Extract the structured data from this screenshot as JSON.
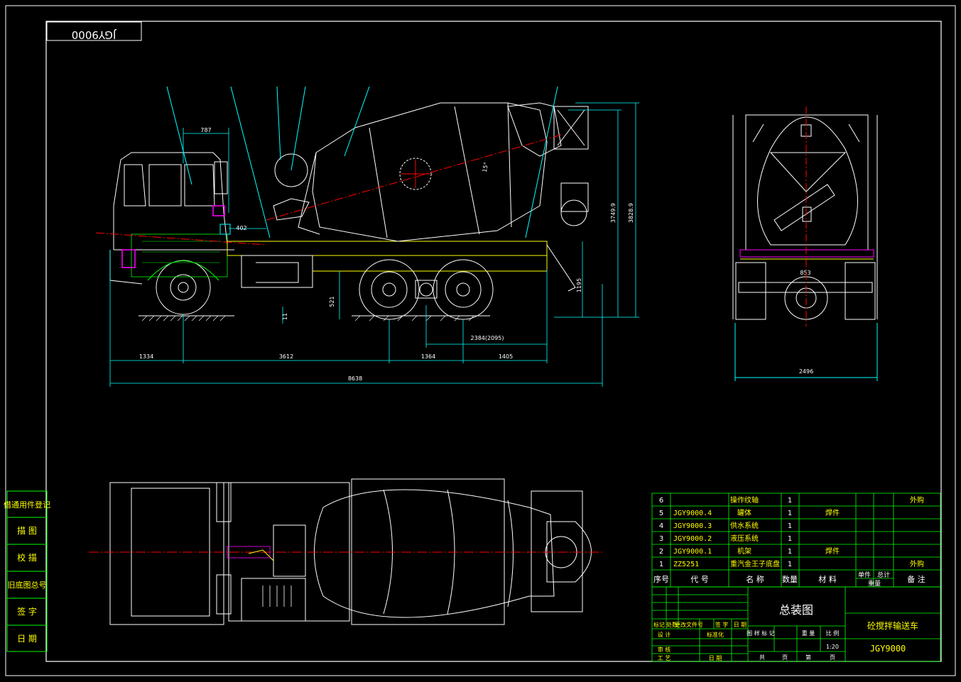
{
  "drawing_code_mirrored": "JGY9000",
  "dimensions": {
    "d787": "787",
    "d402": "402",
    "d11": "11",
    "d521": "521",
    "d1195": "1195",
    "d3749": "3749.9",
    "d3828": "3828.9",
    "d2384": "2384(2095)",
    "d1334": "1334",
    "d3612": "3612",
    "d1364": "1364",
    "d1405": "1405",
    "d8638": "8638",
    "d2496": "2496",
    "d15": "15°",
    "d853": "853"
  },
  "left_column": [
    "借通用件登记",
    "描 图",
    "校 描",
    "旧底图总号",
    "签 字",
    "日 期"
  ],
  "parts_table": {
    "rows": [
      {
        "no": "6",
        "code": "",
        "name": "操作纹轴",
        "qty": "1",
        "material": "",
        "note": "外购"
      },
      {
        "no": "5",
        "code": "JGY9000.4",
        "name": "罐体",
        "qty": "1",
        "material": "焊件",
        "note": ""
      },
      {
        "no": "4",
        "code": "JGY9000.3",
        "name": "供水系统",
        "qty": "1",
        "material": "",
        "note": ""
      },
      {
        "no": "3",
        "code": "JGY9000.2",
        "name": "液压系统",
        "qty": "1",
        "material": "",
        "note": ""
      },
      {
        "no": "2",
        "code": "JGY9000.1",
        "name": "机架",
        "qty": "1",
        "material": "焊件",
        "note": ""
      },
      {
        "no": "1",
        "code": "ZZ5251",
        "name": "重汽金王子底盘",
        "qty": "1",
        "material": "",
        "note": "外购"
      }
    ],
    "header": {
      "no": "序号",
      "code": "代 号",
      "name": "名 称",
      "qty": "数量",
      "material": "材 料",
      "unit": "单件",
      "total": "总计",
      "weight": "重量",
      "note": "备 注"
    }
  },
  "title_block": {
    "title": "总装图",
    "product": "砼搅拌输送车",
    "code": "JGY9000",
    "scale": "1:20",
    "labels": {
      "marks": "标记",
      "count": "处数",
      "change_doc": "更改文件号",
      "sign": "签 字",
      "date": "日 期",
      "design": "设 计",
      "standard": "标准化",
      "review": "审 核",
      "process": "工 艺",
      "date2": "日 期",
      "stage": "图 样 标 记",
      "weight": "重 量",
      "ratio": "比 例",
      "total_sheets": "共",
      "sheet": "页",
      "page_no": "第",
      "page": "页"
    }
  },
  "colors": {
    "line": "#ffffff",
    "dim": "#00ffff",
    "accent": "#ffff00",
    "green": "#00ff00",
    "magenta": "#ff00ff",
    "red": "#ff0000"
  }
}
